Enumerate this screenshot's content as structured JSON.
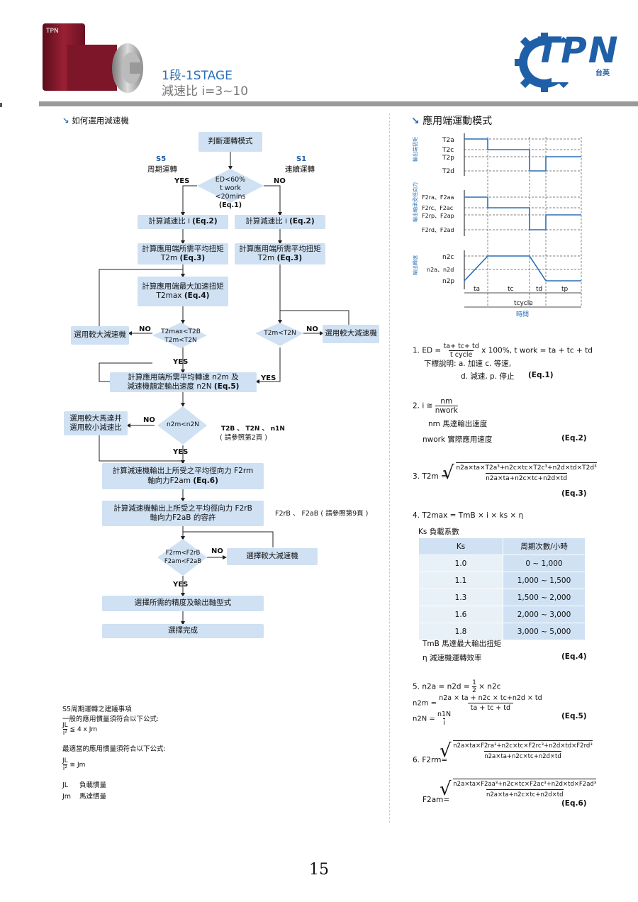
{
  "header": {
    "stage_title": "1段-1STAGE",
    "ratio_label": "減速比 i=3~10",
    "brand": "TPN",
    "brand_cn": "台英",
    "colors": {
      "brand_blue": "#1f5fa8",
      "accent": "#3a86c8",
      "bar": "#9a9a9a",
      "box": "#cfe1f3"
    }
  },
  "left": {
    "section_title": "如何選用減速機",
    "flow": {
      "start": "判斷運轉模式",
      "s5_code": "S5",
      "s5_name": "周期運轉",
      "s1_code": "S1",
      "s1_name": "連續運轉",
      "d1_line1": "ED<60%",
      "d1_line2": "t work <20mins",
      "d1_line3": "(Eq.1)",
      "yes": "YES",
      "no": "NO",
      "calc_i_l": "計算減速比 i",
      "calc_i_eq": "(Eq.2)",
      "calc_i_r": "計算減速比 i",
      "avg_torque_l1": "計算應用端所需平均扭矩",
      "avg_torque_l2": "T2m",
      "avg_torque_eq": "(Eq.3)",
      "max_torque_1": "計算應用端最大加速扭矩",
      "max_torque_2": "T2max",
      "max_torque_eq": "(Eq.4)",
      "d2_line1": "T2max<T2B",
      "d2_line2": "T2m<T2N",
      "d3": "T2m<T2N",
      "choose_bigger": "選用較大減速機",
      "speed_1": "計算應用端所需平均轉速 n2m 及",
      "speed_2": "減速機額定輸出速度 n2N",
      "speed_eq": "(Eq.5)",
      "d4": "n2m<n2N",
      "ref_1": "T2B 、 T2N 、 n1N",
      "ref_2": "( 請參照第2頁 )",
      "motor_1": "選用較大馬達并",
      "motor_2": "選用較小減速比",
      "radial_1": "計算減速機輸出上所受之平均徑向力 F2rm",
      "radial_2": "軸向力F2am",
      "radial_eq": "(Eq.6)",
      "allow_1": "計算減速機輸出上所受之平均徑向力 F2rB",
      "allow_2": "軸向力F2aB 的容許",
      "allow_ref": "F2rB 、 F2aB ( 請參照第9頁 )",
      "d5_line1": "F2rm<F2rB",
      "d5_line2": "F2am<F2aB",
      "choose_bigger2": "選擇較大減速機",
      "precision": "選擇所需的精度及輸出軸型式",
      "done": "選擇完成"
    },
    "notes": {
      "title": "S5周期運轉之建議事項",
      "line1": "一般的應用慣量須符合以下公式:",
      "f1": "≦ 4 x Jm",
      "line2": "最適當的應用慣量須符合以下公式:",
      "f2": "≅ Jm",
      "jl": "JL",
      "jl_desc": "負載慣量",
      "jm": "Jm",
      "jm_desc": "馬達慣量"
    }
  },
  "right": {
    "section_title": "應用端運動模式",
    "chart": {
      "y1_axis": "輸出端扭矩",
      "y2_axis": "輸出軸承受徑向力",
      "y3_axis": "輸出轉速",
      "t_labels": [
        "T2a",
        "T2c",
        "T2p",
        "T2d"
      ],
      "f_labels": [
        "F2ra、F2aa",
        "F2rc、F2ac",
        "F2rp、F2ap",
        "F2rd、F2ad"
      ],
      "n_labels": [
        "n2c",
        "n2a、n2d",
        "n2p"
      ],
      "time_labels": [
        "ta",
        "tc",
        "td",
        "tp"
      ],
      "cycle": "tcycle",
      "time_axis": "時間"
    },
    "eq1_label": "1. ED =",
    "eq1_rest": "x 100%, t work = ta + tc + td",
    "eq1_note_a": "下標說明: a. 加速  c. 等速,",
    "eq1_note_b": "d. 減速, p. 停止",
    "eq1_tag": "(Eq.1)",
    "eq2_label": "2. i ≅",
    "eq2_nm": "nm 馬達輸出速度",
    "eq2_nwork": "nwork 實際應用速度",
    "eq2_tag": "(Eq.2)",
    "eq3_label": "3. T2m =",
    "eq3_tag": "(Eq.3)",
    "eq4_label": "4. T2max = TmB × i × ks × η",
    "ks_label": "Ks 負載系數",
    "ks_table": {
      "headers": [
        "Ks",
        "周期次數/小時"
      ],
      "rows": [
        [
          "1.0",
          "0 ~ 1,000"
        ],
        [
          "1.1",
          "1,000 ~ 1,500"
        ],
        [
          "1.3",
          "1,500 ~ 2,000"
        ],
        [
          "1.6",
          "2,000 ~ 3,000"
        ],
        [
          "1.8",
          "3,000 ~ 5,000"
        ]
      ]
    },
    "tmb_desc": "TmB 馬達最大輸出扭矩",
    "eta_desc": "η   減速機運轉效率",
    "eq4_tag": "(Eq.4)",
    "eq5_label": "5. n2a = n2d =",
    "eq5_tag": "(Eq.5)",
    "eq6_label": "6. F2rm=",
    "eq6b_label": "F2am=",
    "eq6_tag": "(Eq.6)"
  },
  "page_number": "15"
}
